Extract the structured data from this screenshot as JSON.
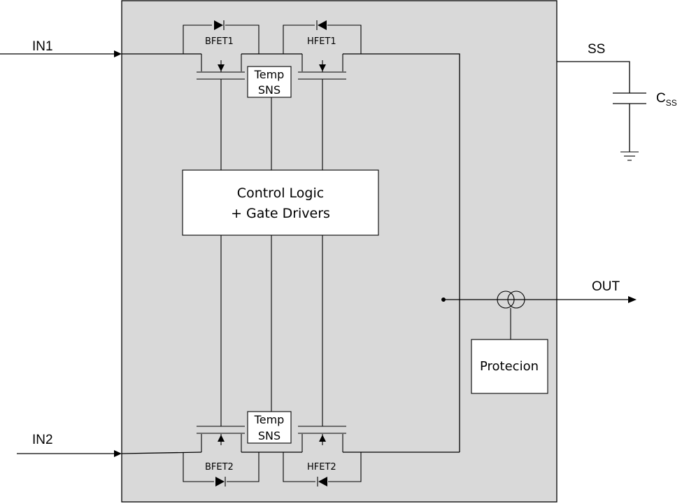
{
  "pins": {
    "in1": "IN1",
    "in2": "IN2",
    "ss": "SS",
    "out": "OUT",
    "css_main": "C",
    "css_sub": "SS"
  },
  "fets": {
    "bfet1": "BFET1",
    "hfet1": "HFET1",
    "bfet2": "BFET2",
    "hfet2": "HFET2"
  },
  "temp_sns_top": {
    "line1": "Temp",
    "line2": "SNS"
  },
  "temp_sns_bottom": {
    "line1": "Temp",
    "line2": "SNS"
  },
  "control_logic": {
    "line1": "Control Logic",
    "line2": "+ Gate Drivers"
  },
  "protection": {
    "label": "Protecion"
  },
  "colors": {
    "chip_fill": "#d9d9d9",
    "line": "#000000",
    "box_fill": "#ffffff"
  }
}
